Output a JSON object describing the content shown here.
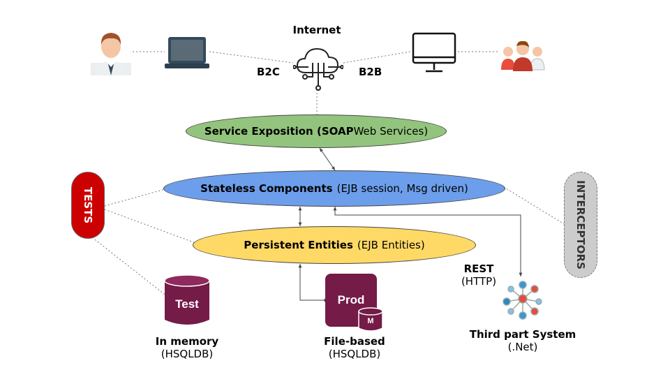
{
  "internet": {
    "label": "Internet",
    "b2c": "B2C",
    "b2b": "B2B"
  },
  "layers": {
    "service": {
      "title": "Service Exposition (",
      "bold": "SOAP",
      "rest": " Web Services)",
      "color": "#93c47d"
    },
    "stateless": {
      "title": "Stateless Components",
      "detail": "(EJB session, Msg driven)",
      "color": "#6d9eeb"
    },
    "persistent": {
      "title": "Persistent Entities",
      "detail": "(EJB Entities)",
      "color": "#ffd966"
    }
  },
  "side": {
    "tests": {
      "label": "TESTS",
      "color": "#cc0000"
    },
    "interceptors": {
      "label": "INTERCEPTORS",
      "color": "#cccccc"
    }
  },
  "databases": {
    "test": {
      "icon_text": "Test",
      "title": "In memory",
      "subtitle": "(HSQLDB)",
      "color": "#741b47"
    },
    "prod": {
      "icon_text": "Prod",
      "badge": "M",
      "title": "File-based",
      "subtitle": "(HSQLDB)",
      "color": "#741b47"
    }
  },
  "rest": {
    "title": "REST",
    "subtitle": "(HTTP)"
  },
  "third_party": {
    "title": "Third part System",
    "subtitle": "(.Net)"
  },
  "icons": [
    "user-icon",
    "laptop-icon",
    "cloud-icon",
    "monitor-icon",
    "users-group-icon",
    "database-icon",
    "network-icon"
  ]
}
